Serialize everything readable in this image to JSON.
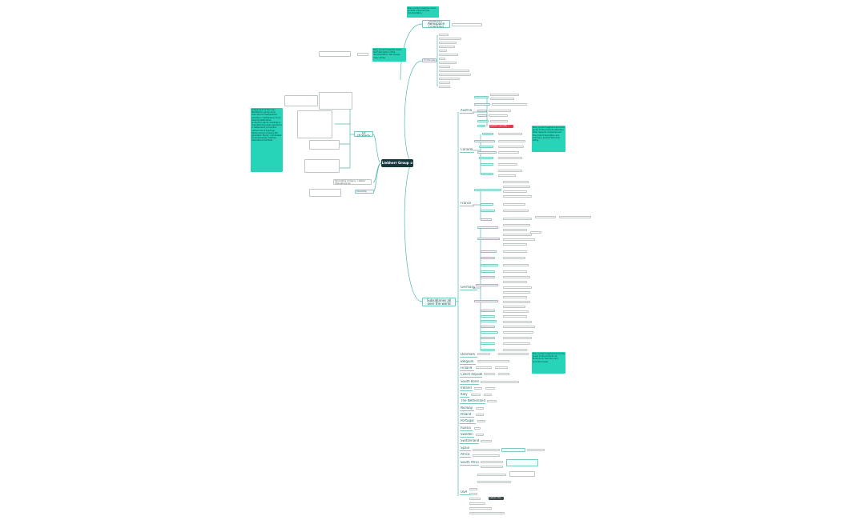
{
  "root": "Liebherr Group ⊘",
  "branches": {
    "strategy": "16 strategy",
    "subsidiaries": "Subsidiaries all over the world",
    "licensing": "Liebherr Aerospace Licensing",
    "ownership": "Ownership",
    "family": "Terminating Company : Liebherr International AG",
    "for_the_sale": "For the sale"
  },
  "countries": [
    "Austria",
    "Canada",
    "France",
    "Germany",
    "Denmark",
    "Belgium",
    "Finland",
    "Czech Republic",
    "South Korea",
    "Ireland",
    "Italy",
    "The Netherlands",
    "Norway",
    "Poland",
    "Portugal",
    "Russia",
    "Sweden",
    "Switzerland",
    "Spain",
    "Africa",
    "South Africa",
    "USA"
  ],
  "notes": {
    "strategy_note": "Independent of the main Mentifactory group since international headquarters activities in Switzerland; Since internal Switzerland; production plants, distribution, manufacturing sales operations in Switzerland; production centres lots of buildings; Family-owned company 6th generation Family; coordinated local businesses; Liebherr-International AG Bulle",
    "top_note": "Many product selection items provide a brief and the documentation",
    "mid_note": "Many product selection items brief description of the documentation, fast review, many shown",
    "austria_note": "Many product segment since this group of the products subsidiary other regional companies and the product description and summary, product technical listing",
    "germany_note": "Many product segment since this group of the products: all products for Germany and provided review"
  },
  "labels": {
    "red_tag": "Liebherr (aircraft) ☆",
    "usa_tag": "Liebherr USA"
  }
}
